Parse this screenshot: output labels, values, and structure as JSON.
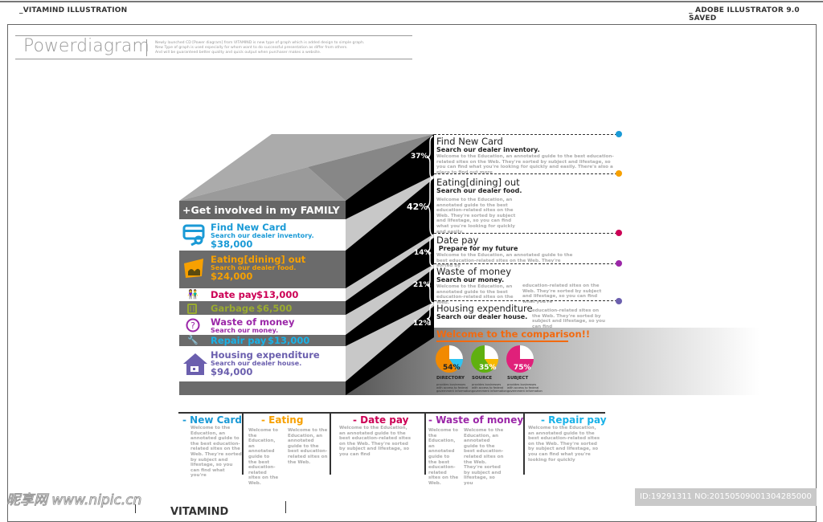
{
  "header": {
    "left": "_VITAMIND ILLUSTRATION",
    "right": "_ ADOBE ILLUSTRATOR 9.0 SAVED"
  },
  "title": {
    "main": "Powerdiagram",
    "desc": [
      "Newly launched CD [Power diagram] from VITAMIND is new type of graph which is added design to simple graph.",
      "New Type of graph is used especially for whom want to do successful presentation as differ from others.",
      "And will be guaranteed better quality and quick output when purchaser makes a website."
    ]
  },
  "colors": {
    "blue": "#1a9ad6",
    "orange": "#f7a000",
    "crimson": "#cc0055",
    "olive": "#9aab30",
    "purple": "#9b27a8",
    "cyan": "#19b2e8",
    "indigo": "#6b5fae",
    "comparison": "#f26a10"
  },
  "front": {
    "header": "+Get involved in my FAMILY",
    "items": [
      {
        "title": "Find New Card",
        "sub": "Search our dealer inventory.",
        "amount": "$38,000",
        "icon": "credit-card-icon"
      },
      {
        "title": "Eating[dining] out",
        "sub": "Search our dealer food.",
        "amount": "$24,000",
        "icon": "food-icon"
      },
      {
        "title": "Date pay",
        "amount": "$13,000",
        "icon": "couple-icon"
      },
      {
        "title": "Garbage",
        "amount": "$6,500",
        "icon": "trash-icon"
      },
      {
        "title": "Waste of money",
        "sub": "Search our money.",
        "icon": "question-icon"
      },
      {
        "title": "Repair pay",
        "amount": "$13,000",
        "icon": "wrench-icon"
      },
      {
        "title": "Housing expenditure",
        "sub": "Search our dealer house.",
        "amount": "$94,000",
        "icon": "house-icon"
      }
    ]
  },
  "side": {
    "percents": [
      "37%",
      "42%",
      "14%",
      "21%",
      "12%"
    ]
  },
  "right": [
    {
      "title": "Find New Card",
      "sub": "Search our dealer inventory.",
      "body": "Welcome to the Education, an annotated guide to the best education-related sites on the Web. They're sorted by subject and lifestage, so you can find what you're looking for quickly and easily. There's also a place to find out more"
    },
    {
      "title": "Eating[dining] out",
      "sub": "Search our dealer food.",
      "body": "Welcome to the Education, an annotated guide to the best education-related sites on the Web. They're sorted by subject and lifestage, so you can find what you're looking for quickly and easily."
    },
    {
      "title": "Date pay",
      "sub": " Prepare for my future",
      "body": "Welcome to the Education, an annotated guide to the best education-related sites on the Web. They're sorted by"
    },
    {
      "title": "Waste of money",
      "sub": "Search our money.",
      "body": "Welcome to the Education, an annotated guide to the best education-related sites on the Web.",
      "body2": "education-related sites on the Web. They're sorted by subject and lifestage, so you can find what you're"
    },
    {
      "title": "Housing expenditure",
      "sub": "Search our dealer house.",
      "body2": "education-related sites on the Web. They're sorted by subject and lifestage, so you can find"
    }
  ],
  "comparison": {
    "title": "Welcome to the comparison!!",
    "pies": [
      {
        "value": "54%",
        "label": "DIRECTORY",
        "text": "provides businesses with access to federal government information"
      },
      {
        "value": "35%",
        "label": "SOURCE",
        "text": "provides businesses with access to federal government information"
      },
      {
        "value": "75%",
        "label": "SUBJECT",
        "text": "provides businesses with access to federal government information"
      }
    ]
  },
  "bottom": [
    {
      "title": "- New Card",
      "body": "Welcome to the Education, an annotated guide to the best education-related sites on the Web. They're sorted by subject and lifestage, so you can find what you're"
    },
    {
      "title": "- Eating",
      "body": "Welcome to the Education, an annotated guide to the best education-related sites on the Web.",
      "body2": "Welcome to the Education, an annotated guide to the best education-related sites on the Web."
    },
    {
      "title": "- Date pay",
      "body": "Welcome to the Education, an annotated guide to the best education-related sites on the Web. They're sorted by subject and lifestage, so you can find"
    },
    {
      "title": "- Waste of money",
      "body": "Welcome to the Education, an annotated guide to the best education-related sites on the Web.",
      "body2": "Welcome to the Education, an annotated guide to the best education-related sites on the Web. They're sorted by subject and lifestage, so you"
    },
    {
      "title": "- Repair pay",
      "body": "Welcome to the Education, an annotated guide to the best education-related sites on the Web. They're sorted by subject and lifestage, so you can find what you're looking for quickly"
    }
  ],
  "watermark": {
    "left": "昵享网 www.nipic.cn",
    "right": "ID:19291311 NO:20150509001304285000",
    "partial": "VITAMIND"
  }
}
